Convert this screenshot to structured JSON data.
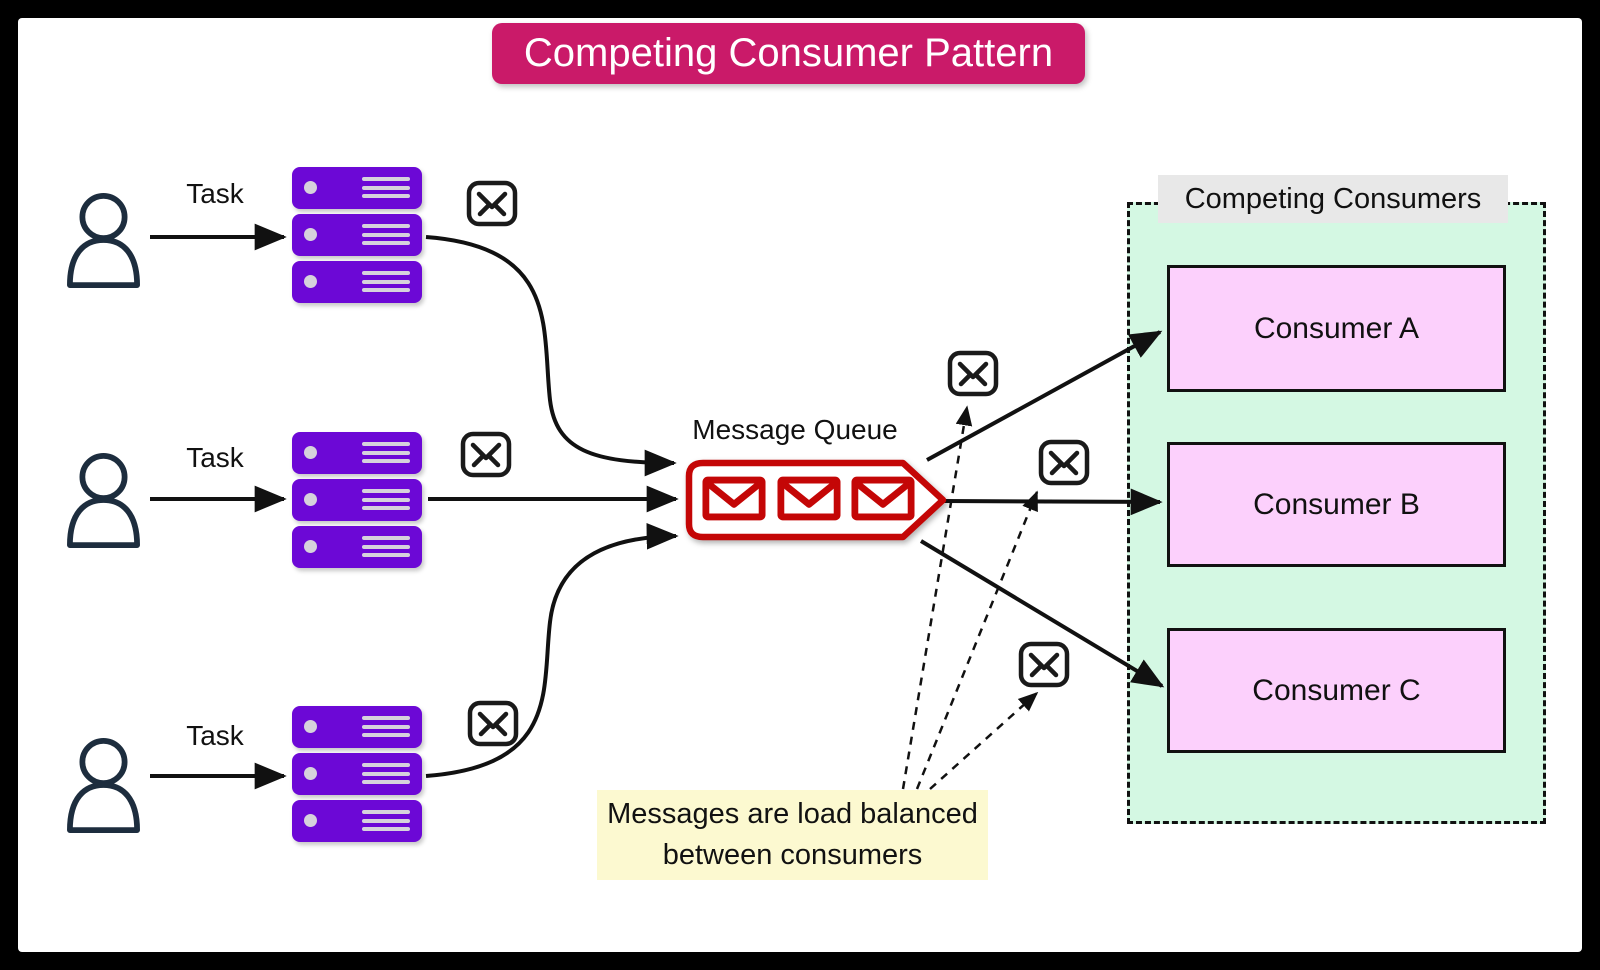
{
  "title": {
    "text": "Competing Consumer Pattern",
    "bg_color": "#ca1a69",
    "text_color": "#ffffff"
  },
  "producers": [
    {
      "id": "producer-1",
      "task_label": "Task"
    },
    {
      "id": "producer-2",
      "task_label": "Task"
    },
    {
      "id": "producer-3",
      "task_label": "Task"
    }
  ],
  "queue": {
    "label": "Message Queue",
    "message_count": 3,
    "color": "#c40606"
  },
  "consumer_group": {
    "label": "Competing Consumers",
    "fill": "#d4f8e3",
    "label_bg": "#e8e8e8"
  },
  "consumers": [
    {
      "label": "Consumer A"
    },
    {
      "label": "Consumer B"
    },
    {
      "label": "Consumer C"
    }
  ],
  "note": {
    "line1": "Messages are load balanced",
    "line2": "between consumers",
    "bg": "#fcf9d0"
  },
  "colors": {
    "server_purple": "#6c08d6",
    "person_stroke": "#1d2d3e",
    "arrow_black": "#111111",
    "consumer_pink": "#fcd0fc"
  }
}
